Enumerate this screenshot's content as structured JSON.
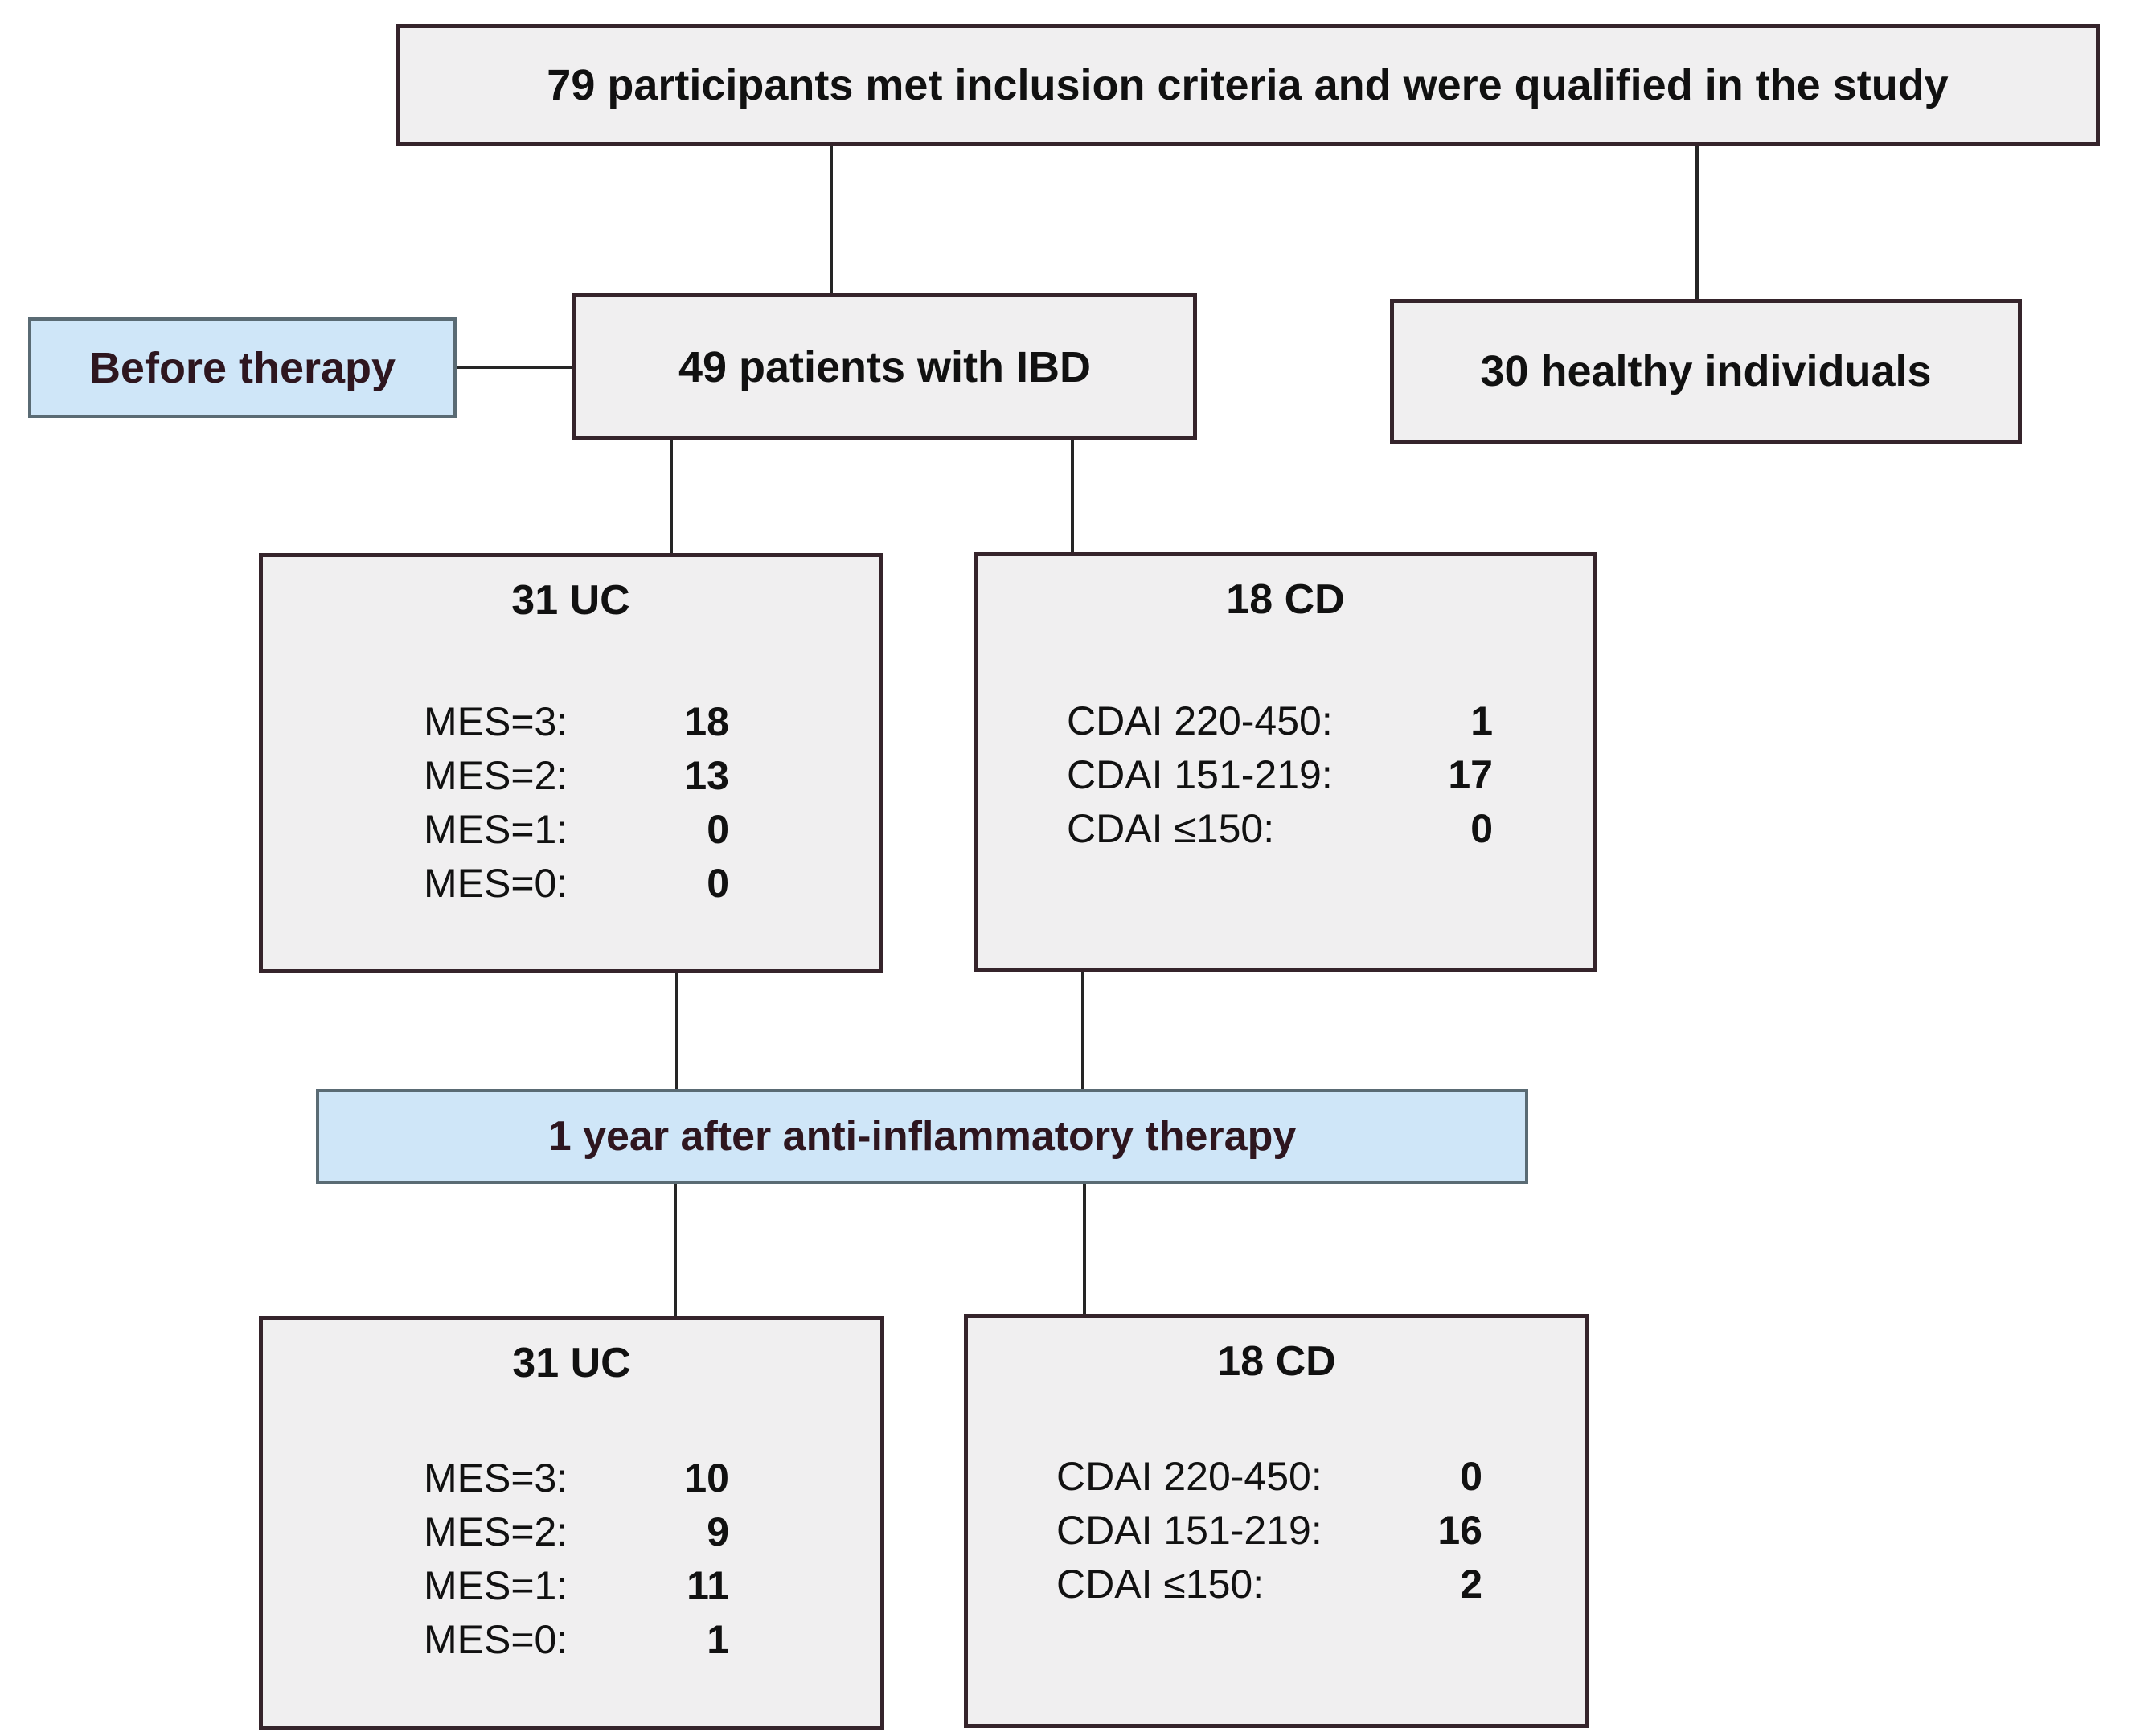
{
  "diagram": {
    "top": {
      "label": "79 participants met inclusion criteria and were qualified in the study"
    },
    "before_therapy": {
      "label": "Before therapy"
    },
    "ibd": {
      "label": "49 patients with IBD"
    },
    "healthy": {
      "label": "30 healthy individuals"
    },
    "uc_before": {
      "title": "31 UC",
      "rows": [
        {
          "label": "MES=3:",
          "value": "18"
        },
        {
          "label": "MES=2:",
          "value": "13"
        },
        {
          "label": "MES=1:",
          "value": "0"
        },
        {
          "label": "MES=0:",
          "value": "0"
        }
      ]
    },
    "cd_before": {
      "title": "18 CD",
      "rows": [
        {
          "label": "CDAI 220-450:",
          "value": "1"
        },
        {
          "label": "CDAI 151-219:",
          "value": "17"
        },
        {
          "label": "CDAI ≤150:",
          "value": "0"
        }
      ]
    },
    "after_therapy": {
      "label": "1 year after anti-inflammatory therapy"
    },
    "uc_after": {
      "title": "31 UC",
      "rows": [
        {
          "label": "MES=3:",
          "value": "10"
        },
        {
          "label": "MES=2:",
          "value": "9"
        },
        {
          "label": "MES=1:",
          "value": "11"
        },
        {
          "label": "MES=0:",
          "value": "1"
        }
      ]
    },
    "cd_after": {
      "title": "18 CD",
      "rows": [
        {
          "label": "CDAI 220-450:",
          "value": "0"
        },
        {
          "label": "CDAI 151-219:",
          "value": "16"
        },
        {
          "label": "CDAI ≤150:",
          "value": "2"
        }
      ]
    }
  },
  "colors": {
    "box_background": "#f0eff0",
    "box_border": "#35242b",
    "blue_background": "#cfe6f8",
    "blue_border": "#5a6b74",
    "blue_text": "#2e161f",
    "text": "#111111",
    "line": "#252525"
  }
}
